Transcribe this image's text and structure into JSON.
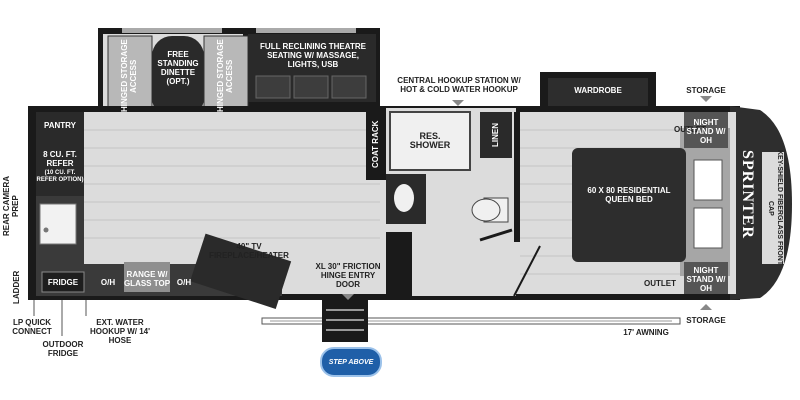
{
  "labels": {
    "hinged_storage_access": "HINGED STORAGE ACCESS",
    "free_standing_dinette": "FREE STANDING DINETTE (OPT.)",
    "full_reclining_seating": "FULL RECLINING THEATRE SEATING W/ MASSAGE, LIGHTS, USB",
    "central_hookup": "CENTRAL HOOKUP STATION W/ HOT & COLD WATER HOOKUP",
    "wardrobe": "WARDROBE",
    "storage": "STORAGE",
    "pantry": "PANTRY",
    "refer": "8 CU. FT. REFER",
    "refer_option": "(10 CU. FT. REFER OPTION)",
    "coat_rack": "COAT RACK",
    "res_shower": "RES. SHOWER",
    "linen": "LINEN",
    "outlet": "OUTLET",
    "night_stand": "NIGHT STAND W/ OH",
    "queen_bed": "60 X 80 RESIDENTIAL QUEEN BED",
    "rear_camera": "REAR CAMERA PREP",
    "fireplace": "40\" TV FIREPLACE/HEATER",
    "entry_door": "XL 30\" FRICTION HINGE ENTRY DOOR",
    "ladder": "LADDER",
    "fridge": "FRIDGE",
    "oh": "O/H",
    "range": "RANGE W/ GLASS TOP",
    "lp_quick_connect": "LP QUICK CONNECT",
    "ext_water": "EXT. WATER HOOKUP W/ 14' HOSE",
    "outdoor_fridge": "OUTDOOR FRIDGE",
    "awning": "17' AWNING",
    "front_cap": "KEY-SHIELD FIBERGLASS FRONT CAP",
    "brand": "SPRINTER",
    "step_badge": "STEP ABOVE"
  },
  "colors": {
    "wall": "#1a1a1a",
    "floor": "#dcdcdc",
    "plank_line": "#c4c4c4",
    "furniture": "#555555",
    "seat": "#b8b8b8",
    "rug": "#a6a6a6",
    "cap": "#2e2e2e"
  }
}
